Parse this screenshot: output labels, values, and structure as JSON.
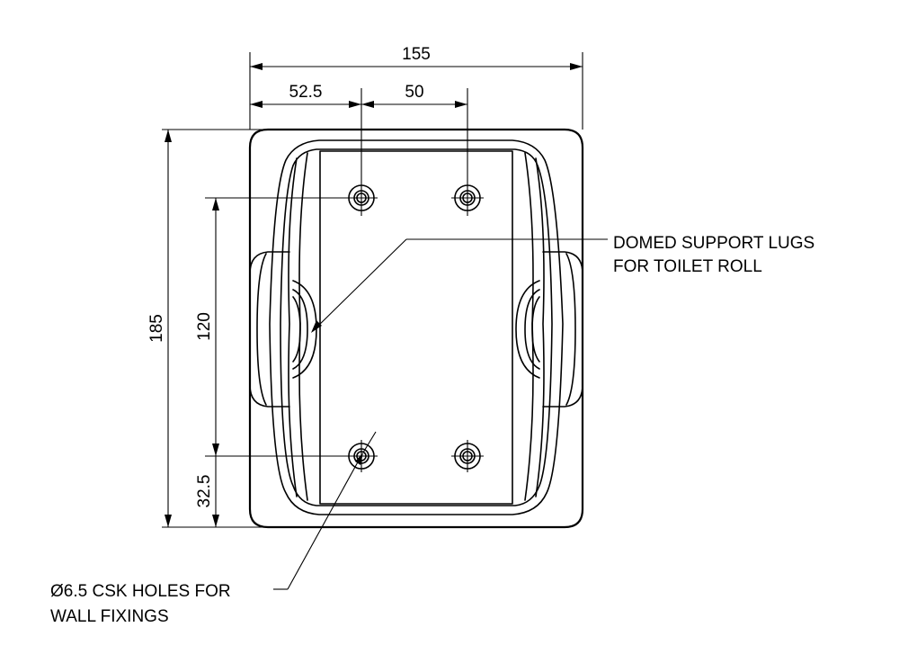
{
  "dimensions": {
    "overall_width": "155",
    "left_offset": "52.5",
    "hole_spacing_x": "50",
    "overall_height": "185",
    "hole_spacing_y": "120",
    "bottom_offset": "32.5"
  },
  "callouts": {
    "lugs": {
      "line1": "DOMED SUPPORT LUGS",
      "line2": "FOR TOILET ROLL"
    },
    "holes": {
      "line1": "Ø6.5 CSK HOLES FOR",
      "line2": "WALL FIXINGS"
    }
  }
}
